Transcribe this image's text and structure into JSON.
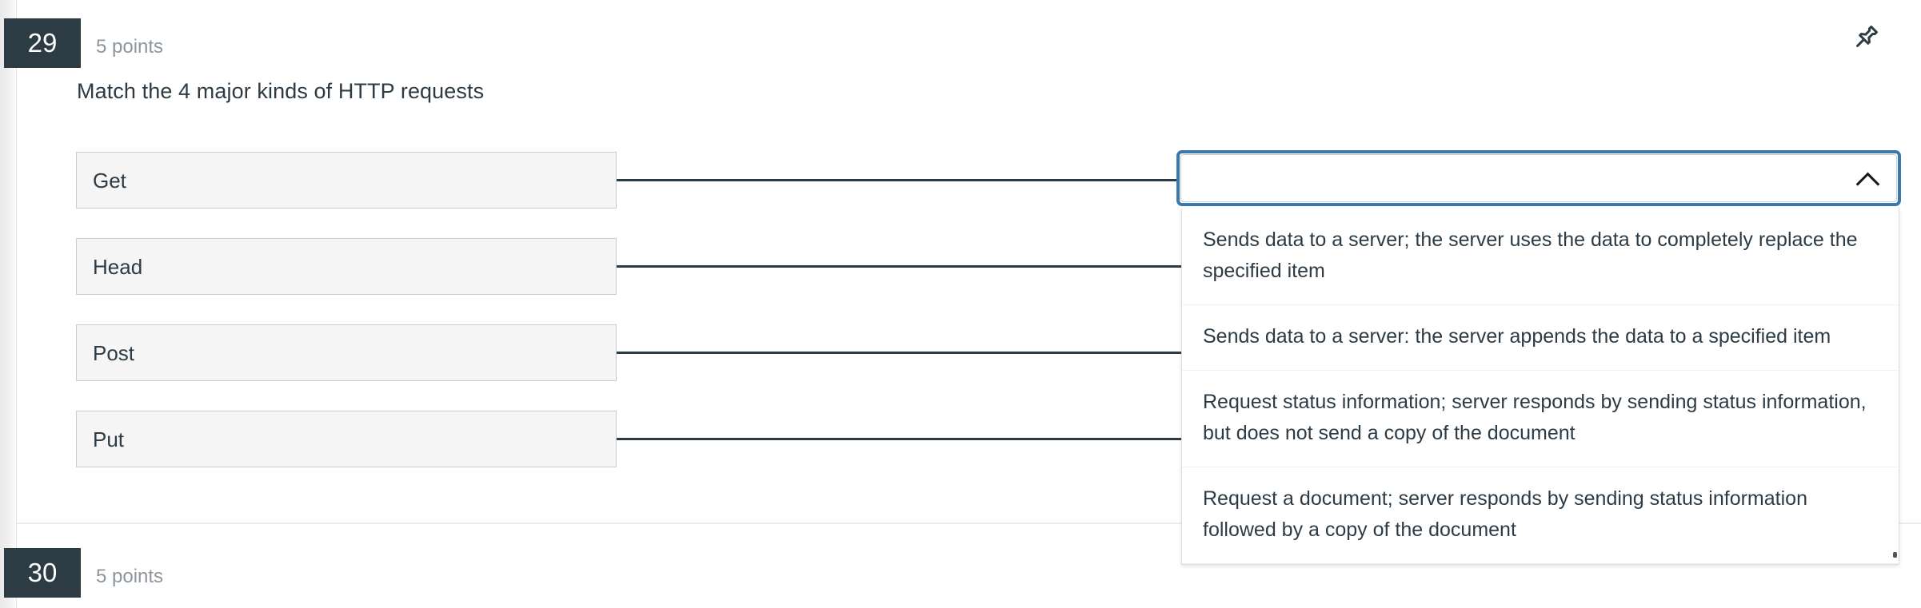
{
  "questions": [
    {
      "number": "29",
      "points": "5 points",
      "text": "Match the 4 major kinds of HTTP requests",
      "prompts": [
        {
          "label": "Get"
        },
        {
          "label": "Head"
        },
        {
          "label": "Post"
        },
        {
          "label": "Put"
        }
      ],
      "select": {
        "value": "",
        "placeholder": "",
        "expanded": true,
        "chevron_icon": "chevron-up-icon",
        "options": [
          "Sends data to a server; the server uses the data to completely replace the specified item",
          "Sends data to a server: the server appends the data to a specified item",
          "Request status information; server responds by sending status information, but does not send a copy of the document",
          "Request a document; server responds by sending status information followed by a copy of the document"
        ]
      }
    },
    {
      "number": "30",
      "points": "5 points",
      "text": ""
    }
  ],
  "pin": {
    "icon": "pushpin-icon",
    "label": ""
  },
  "colors": {
    "badge_bg": "#2d3b45",
    "badge_text": "#ffffff",
    "points_text": "#8d959d",
    "body_text": "#2d3b45",
    "tile_bg": "#f5f5f5",
    "tile_border": "#c7cdd1",
    "connector": "#2d3b45",
    "focus_ring": "#3b78ab",
    "divider": "#ebebeb"
  }
}
